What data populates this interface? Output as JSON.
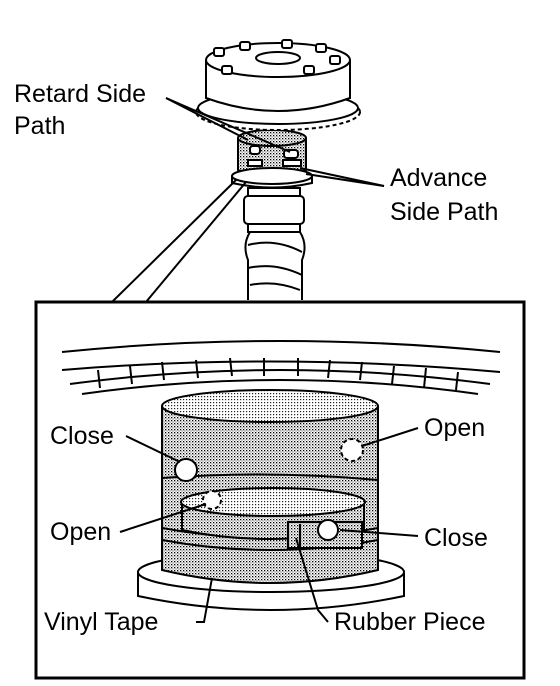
{
  "labels": {
    "retard_line1": "Retard Side",
    "retard_line2": "Path",
    "advance_line1": "Advance",
    "advance_line2": "Side Path",
    "close_left": "Close",
    "open_right": "Open",
    "open_left": "Open",
    "close_right": "Close",
    "vinyl_tape": "Vinyl Tape",
    "rubber_piece": "Rubber Piece"
  },
  "colors": {
    "ink": "#000000",
    "background": "#ffffff",
    "stipple": "#9a9a9a"
  }
}
